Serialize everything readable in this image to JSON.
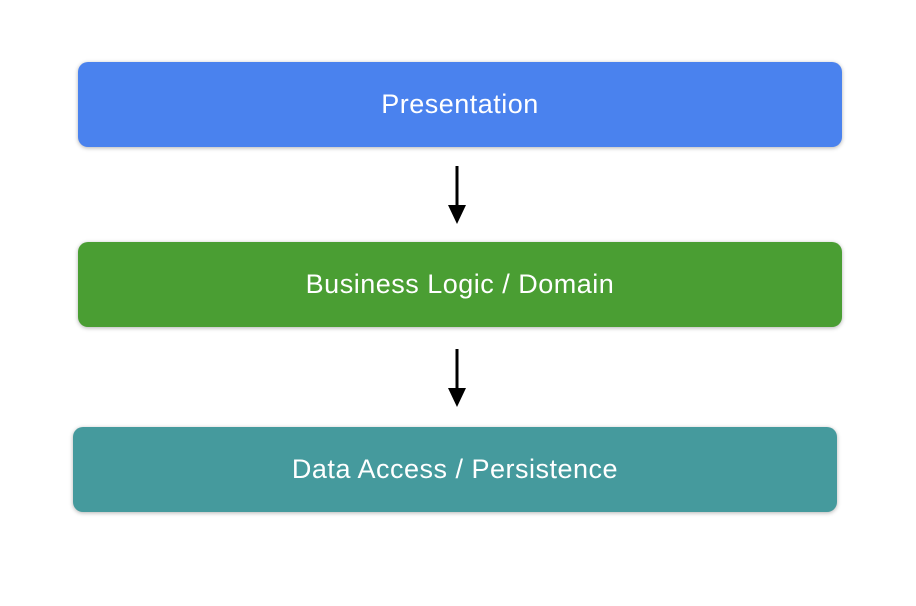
{
  "colors": {
    "background": "#ffffff",
    "arrow": "#000000",
    "label_text": "#ffffff"
  },
  "layers": [
    {
      "label": "Presentation",
      "fill": "#4a82ee"
    },
    {
      "label": "Business Logic / Domain",
      "fill": "#4a9e33"
    },
    {
      "label": "Data Access / Persistence",
      "fill": "#459a9d"
    }
  ],
  "arrows": [
    {
      "from": "Presentation",
      "to": "Business Logic / Domain"
    },
    {
      "from": "Business Logic / Domain",
      "to": "Data Access / Persistence"
    }
  ]
}
